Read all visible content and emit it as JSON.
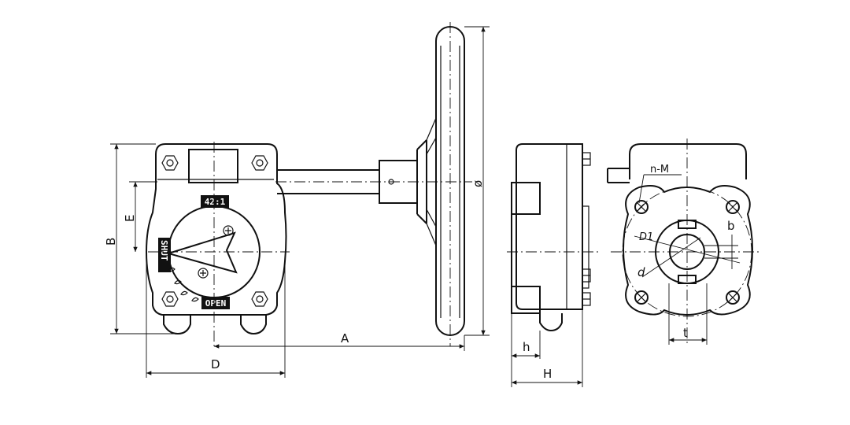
{
  "labels": {
    "A": "A",
    "B": "B",
    "D": "D",
    "E": "E",
    "phi": "ø",
    "h": "h",
    "H": "H",
    "nM": "n-M",
    "D1": "D1",
    "b": "b",
    "d": "d",
    "t": "t"
  },
  "plates": {
    "ratio": "42:1",
    "shut": "SHUT",
    "open": "OPEN"
  }
}
